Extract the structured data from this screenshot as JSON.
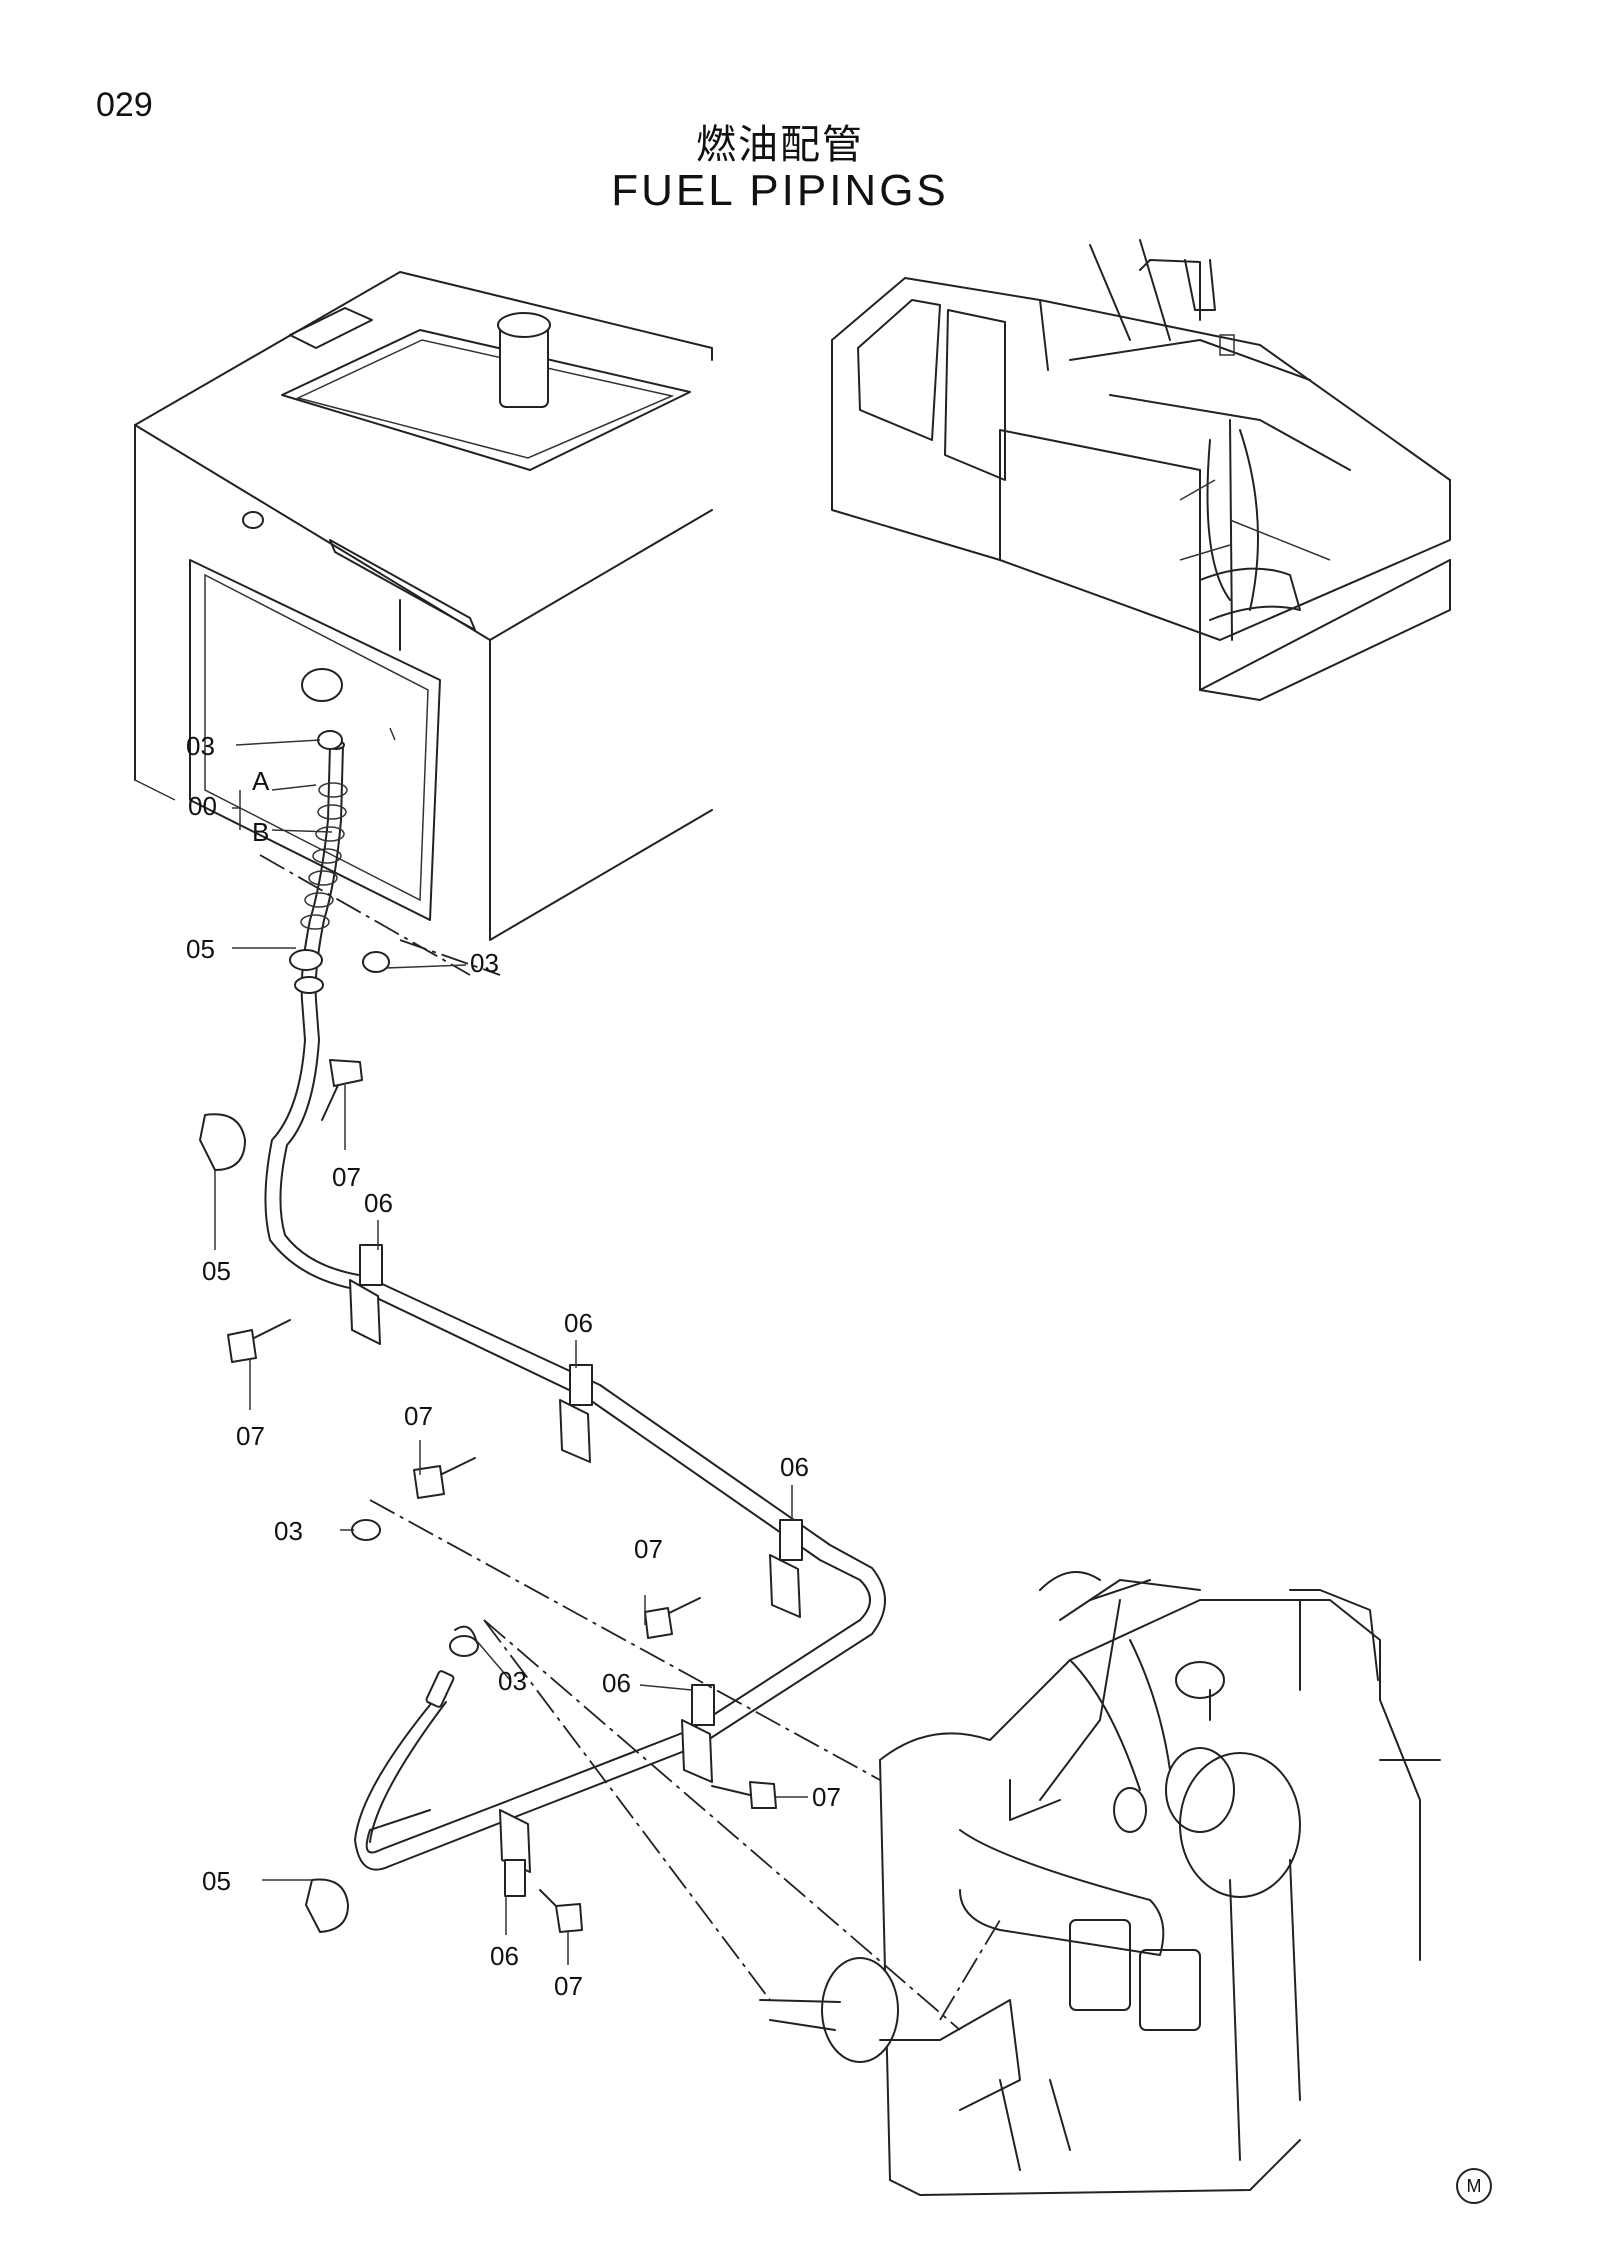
{
  "page_number": "029",
  "title_jp": "燃油配管",
  "title_en": "FUEL  PIPINGS",
  "callouts": {
    "c03_tank_top": "03",
    "label_a": "A",
    "label_00": "00",
    "label_b": "B",
    "c05_upper": "05",
    "c03_tank_right": "03",
    "c07_a": "07",
    "c06_a": "06",
    "c05_middle": "05",
    "c07_b": "07",
    "c06_b": "06",
    "c07_c": "07",
    "c06_c": "06",
    "c03_left": "03",
    "c07_d": "07",
    "c03_lower": "03",
    "c06_d": "06",
    "c07_e": "07",
    "c05_lower": "05",
    "c06_e": "06",
    "c07_f": "07"
  },
  "corner_mark": "M"
}
